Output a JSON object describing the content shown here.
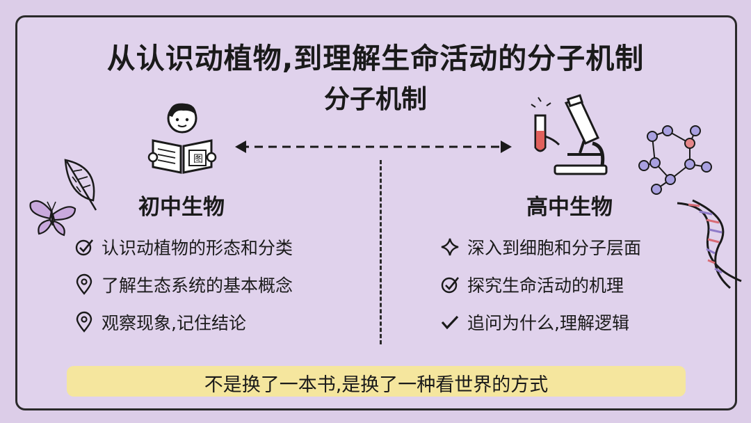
{
  "title": "从认识动植物,到理解生命活动的分子机制",
  "subtitle": "分子机制",
  "left": {
    "heading": "初中生物",
    "items": [
      {
        "icon": "check-circle-icon",
        "text": "认识动植物的形态和分类"
      },
      {
        "icon": "location-pin-icon",
        "text": "了解生态系统的基本概念"
      },
      {
        "icon": "location-pin-icon",
        "text": "观察现象,记住结论"
      }
    ],
    "book_label": "图"
  },
  "right": {
    "heading": "高中生物",
    "items": [
      {
        "icon": "sparkle-icon",
        "text": "深入到细胞和分子层面"
      },
      {
        "icon": "check-circle-icon",
        "text": "探究生命活动的机理"
      },
      {
        "icon": "check-icon",
        "text": "追问为什么,理解逻辑"
      }
    ]
  },
  "footer": "不是换了一本书,是换了一种看世界的方式",
  "colors": {
    "background": "#dccde8",
    "highlight_red": "#f07c86",
    "highlight_yellow": "#f6e79a",
    "ink": "#1a1a1a"
  }
}
